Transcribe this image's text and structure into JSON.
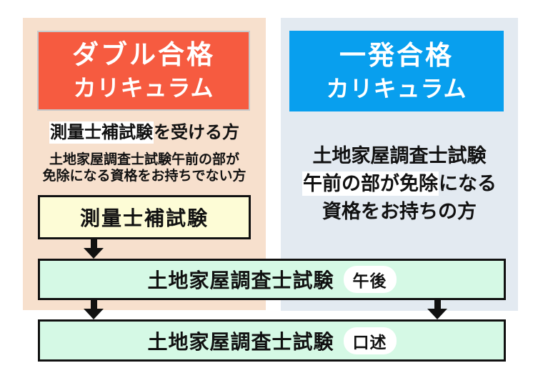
{
  "left_column": {
    "header_line1": "ダブル合格",
    "header_line2": "カリキュラム",
    "audience_highlight": "測量士補試験",
    "audience_rest": "を受ける方",
    "note_line1": "土地家屋調査士試験午前の部が",
    "note_line2": "免除になる資格をお持ちでない方",
    "exam_box_label": "測量士補試験"
  },
  "right_column": {
    "header_line1": "一発合格",
    "header_line2": "カリキュラム",
    "audience_line1": "土地家屋調査士試験",
    "audience_line2_highlight": "午前の部が免除",
    "audience_line2_rest": "になる",
    "audience_line3": "資格をお持ちの方"
  },
  "shared_flow": {
    "afternoon_exam_label": "土地家屋調査士試験",
    "afternoon_exam_badge": "午後",
    "oral_exam_label": "土地家屋調査士試験",
    "oral_exam_badge": "口述"
  },
  "colors": {
    "left_panel_bg": "#f7e0cd",
    "left_header_bg": "#f65b40",
    "left_header_border": "#c9c9c9",
    "right_panel_bg": "#e3eaf1",
    "right_header_bg": "#089fee",
    "exam_box_bg": "#fdfcd6",
    "flow_box_bg": "#d5f9e5",
    "highlight_bg": "#ffffff",
    "border_color": "#111111",
    "header_text": "#ffffff",
    "body_text": "#111111"
  }
}
